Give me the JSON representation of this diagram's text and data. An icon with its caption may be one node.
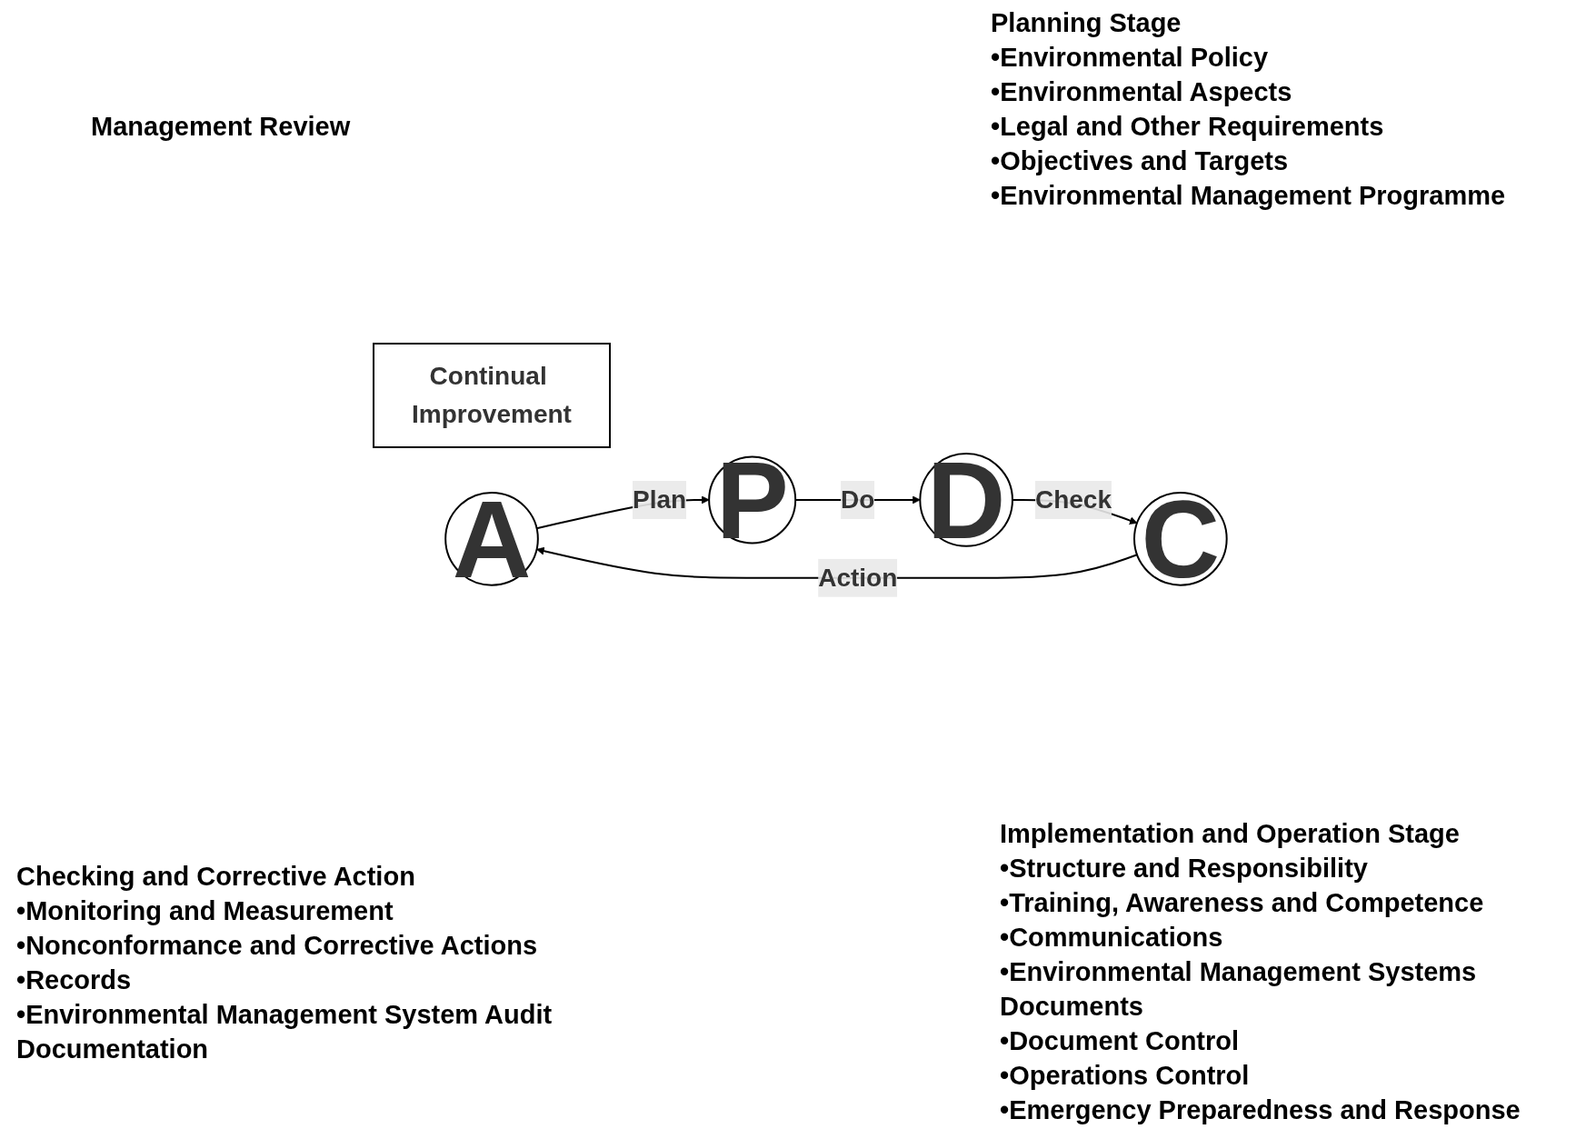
{
  "diagram": {
    "nodes": [
      {
        "text": [
          "Continual Improvement"
        ]
      },
      {
        "text": [
          "A"
        ]
      },
      {
        "text": [
          "P"
        ]
      },
      {
        "text": [
          "D"
        ]
      },
      {
        "text": [
          "C"
        ]
      }
    ],
    "edges": [
      {
        "from": 1,
        "to": 2,
        "arrow": "to",
        "label": "Plan"
      },
      {
        "from": 2,
        "to": 3,
        "arrow": "to",
        "label": "Do"
      },
      {
        "from": 3,
        "to": 4,
        "arrow": "to",
        "label": "Check"
      },
      {
        "from": 4,
        "to": 1,
        "arrow": "to",
        "label": "Action"
      }
    ],
    "labels": [
      "Management Review",
      "Planning Stage",
      "•Environmental Policy",
      "•Environmental Aspects",
      "•Legal and Other Requirements",
      "•Objectives and Targets",
      "•Environmental Management Programme",
      "Checking and Corrective Action",
      "•Monitoring and Measurement",
      "•Nonconformance and Corrective Actions",
      "•Records",
      "•Environmental Management System Audit Documentation",
      "Implementation and Operation Stage",
      "•Structure and Responsibility",
      "•Training, Awareness and Competence",
      "•Communications",
      "•Environmental Management Systems Documents",
      "•Document Control",
      "•Operations Control",
      "•Emergency Preparedness and Response"
    ]
  }
}
